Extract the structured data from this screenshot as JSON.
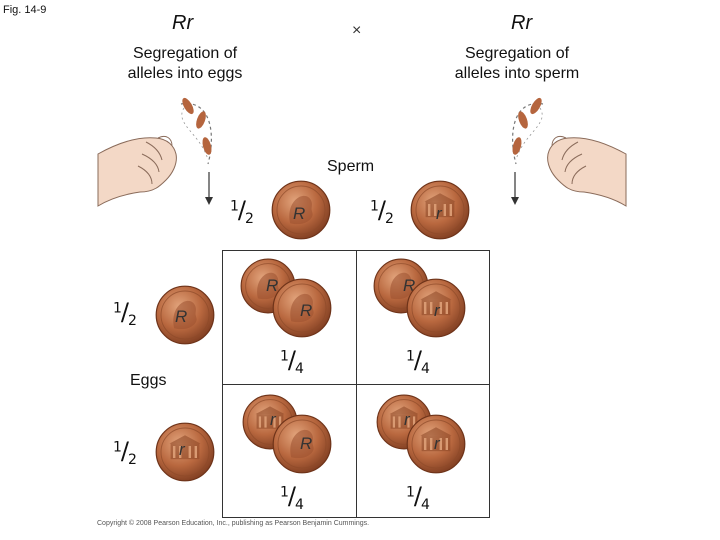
{
  "figure_label": "Fig. 14-9",
  "left_parent": {
    "genotype": "Rr",
    "caption_line1": "Segregation of",
    "caption_line2": "alleles into eggs"
  },
  "right_parent": {
    "genotype": "Rr",
    "caption_line1": "Segregation of",
    "caption_line2": "alleles into sperm"
  },
  "cross_symbol": "×",
  "sperm_label": "Sperm",
  "eggs_label": "Eggs",
  "sperm_coins": [
    {
      "frac_num": "1",
      "frac_den": "2",
      "allele": "R"
    },
    {
      "frac_num": "1",
      "frac_den": "2",
      "allele": "r"
    }
  ],
  "egg_coins": [
    {
      "frac_num": "1",
      "frac_den": "2",
      "allele": "R"
    },
    {
      "frac_num": "1",
      "frac_den": "2",
      "allele": "r"
    }
  ],
  "punnett_cells": [
    {
      "top_allele": "R",
      "bottom_allele": "R",
      "frac_num": "1",
      "frac_den": "4"
    },
    {
      "top_allele": "R",
      "bottom_allele": "r",
      "frac_num": "1",
      "frac_den": "4"
    },
    {
      "top_allele": "r",
      "bottom_allele": "R",
      "frac_num": "1",
      "frac_den": "4"
    },
    {
      "top_allele": "r",
      "bottom_allele": "r",
      "frac_num": "1",
      "frac_den": "4"
    }
  ],
  "copyright": "Copyright © 2008 Pearson Education, Inc., publishing as Pearson Benjamin Cummings.",
  "colors": {
    "coin": "#b5653e",
    "coin_light": "#d99a72",
    "coin_dark": "#7a3a1f",
    "skin": "#f3d8c6"
  }
}
